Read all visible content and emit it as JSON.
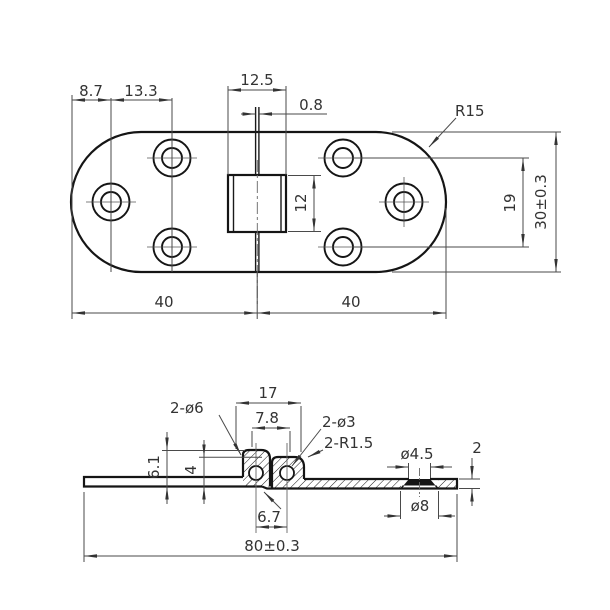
{
  "title": "hinge-technical-drawing",
  "colors": {
    "line": "#151515",
    "dim": "#4a4a4a",
    "background": "#ffffff"
  },
  "top": {
    "w1": "8.7",
    "w2": "13.3",
    "knuckle_w": "12.5",
    "gap": "0.8",
    "radius": "R15",
    "knuckle_h": "12",
    "hole_span": "19",
    "height": "30±0.3",
    "half_left": "40",
    "half_right": "40"
  },
  "side": {
    "span17": "17",
    "span78": "7.8",
    "holes6": "2-ø6",
    "holes3": "2-ø3",
    "fillet": "2-R1.5",
    "h61": "6.1",
    "h4": "4",
    "pin67": "6.7",
    "csk45": "ø4.5",
    "thk2": "2",
    "csk8": "ø8",
    "overall": "80±0.3"
  }
}
